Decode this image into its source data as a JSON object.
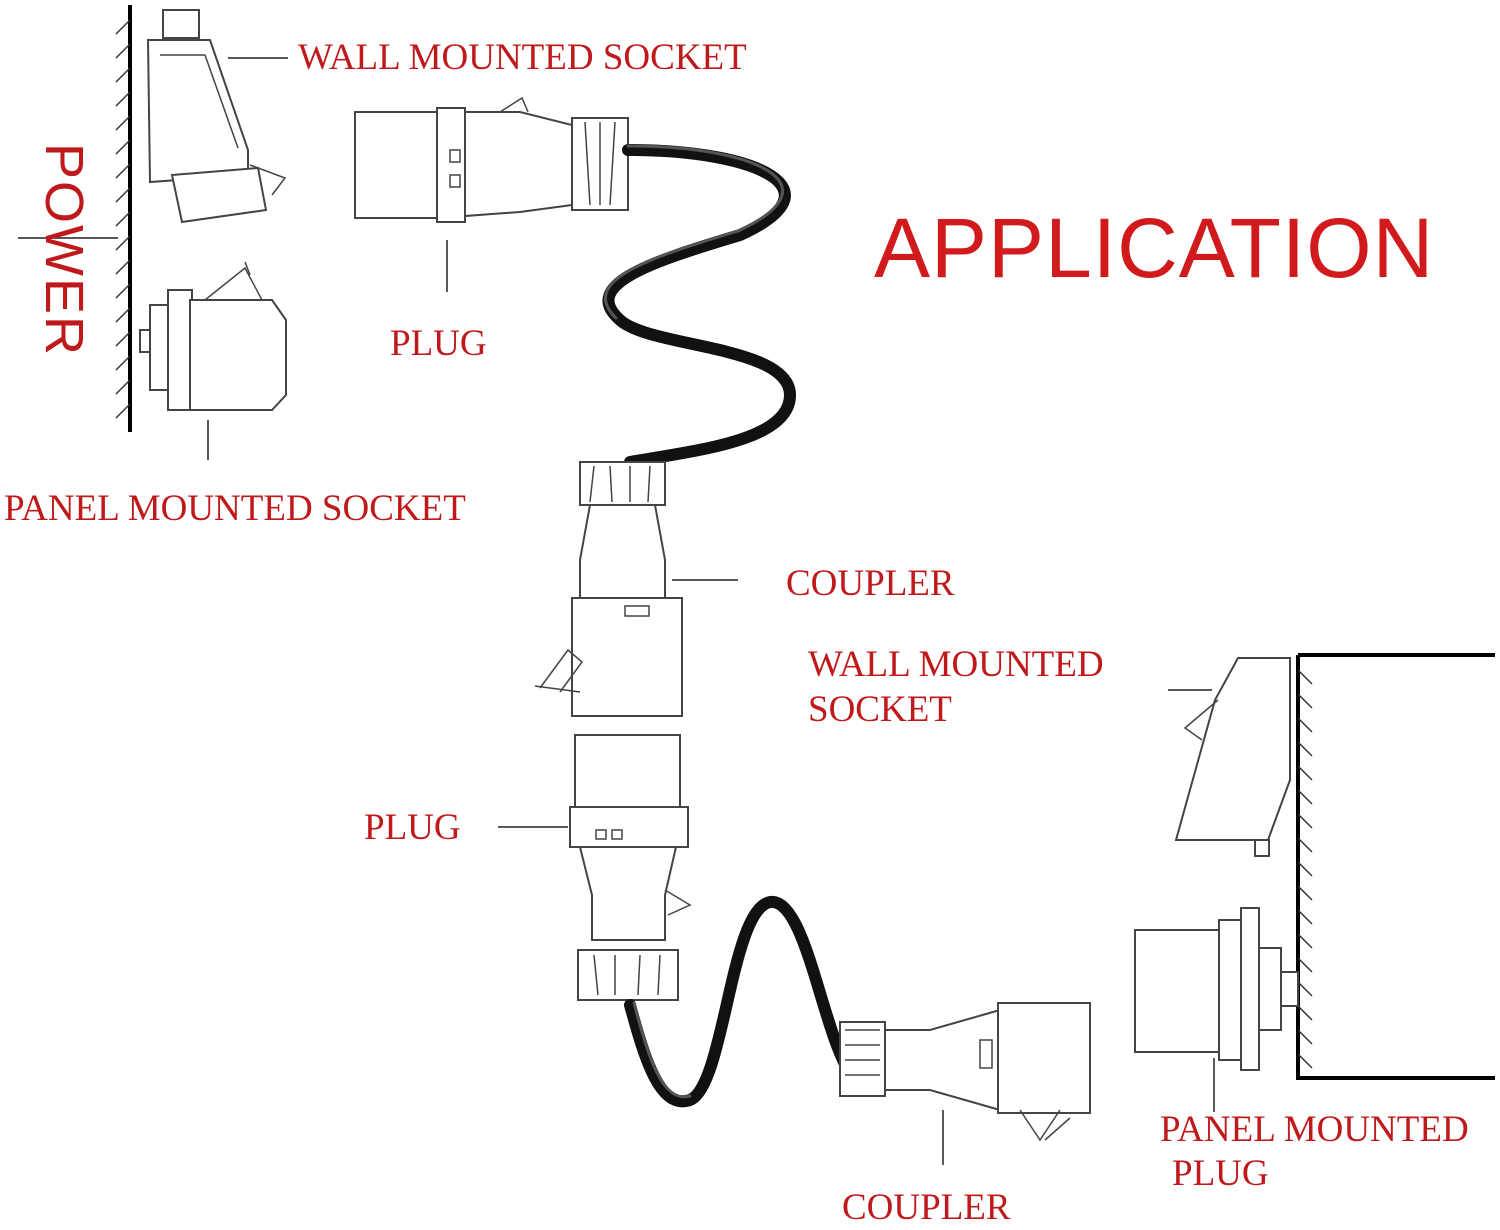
{
  "diagram": {
    "title": "APPLICATION",
    "side_label": "POWER",
    "labels": {
      "wall_socket_top": "WALL MOUNTED SOCKET",
      "plug_top": "PLUG",
      "panel_socket": "PANEL MOUNTED SOCKET",
      "coupler_mid": "COUPLER",
      "wall_socket_right_line1": "WALL MOUNTED",
      "wall_socket_right_line2": "SOCKET",
      "plug_mid": "PLUG",
      "panel_plug_line1": "PANEL MOUNTED",
      "panel_plug_line2": "PLUG",
      "coupler_bottom": "COUPLER"
    },
    "colors": {
      "label": "#c0191b",
      "title": "#d01a1c",
      "line": "#444444",
      "cable": "#111111"
    }
  }
}
